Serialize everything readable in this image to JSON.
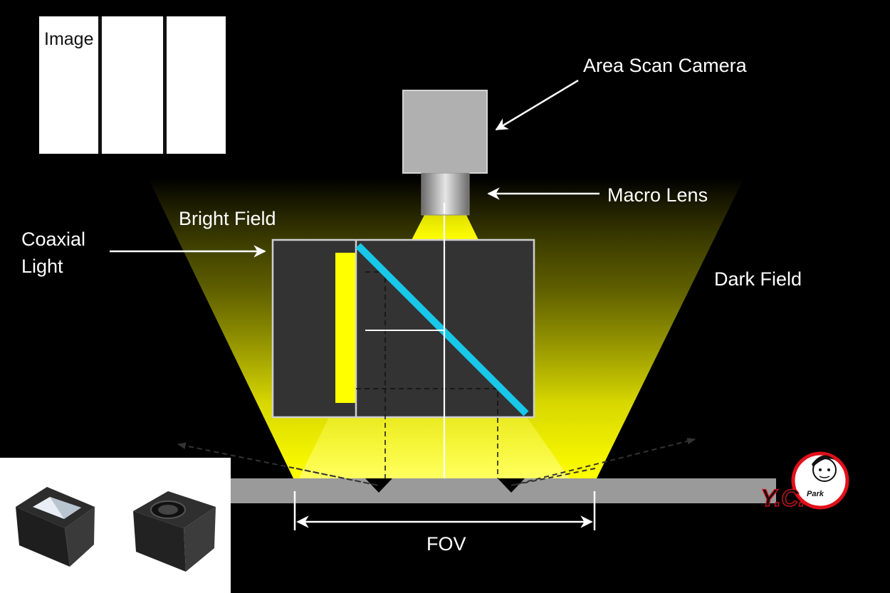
{
  "labels": {
    "image": "Image",
    "camera": "Area Scan  Camera",
    "macro_lens": "Macro Lens",
    "bright_field": "Bright Field",
    "coaxial_line1": "Coaxial",
    "coaxial_line2": "Light",
    "dark_field": "Dark Field",
    "fov": "FOV"
  },
  "logo": {
    "main": "Y.C.",
    "small": "Park"
  },
  "colors": {
    "background": "#000000",
    "light_yellow": "#ffff00",
    "beam_splitter": "#18c8e8",
    "camera_body": "#b0b0b0",
    "housing": "#333333",
    "surface": "#9a9a9a",
    "logo_red": "#e0101a"
  },
  "icons": {
    "camera": "area-scan-camera-icon",
    "lens": "macro-lens-icon",
    "product_photo": "coaxial-light-product-photo",
    "logo": "yc-park-logo-icon"
  }
}
